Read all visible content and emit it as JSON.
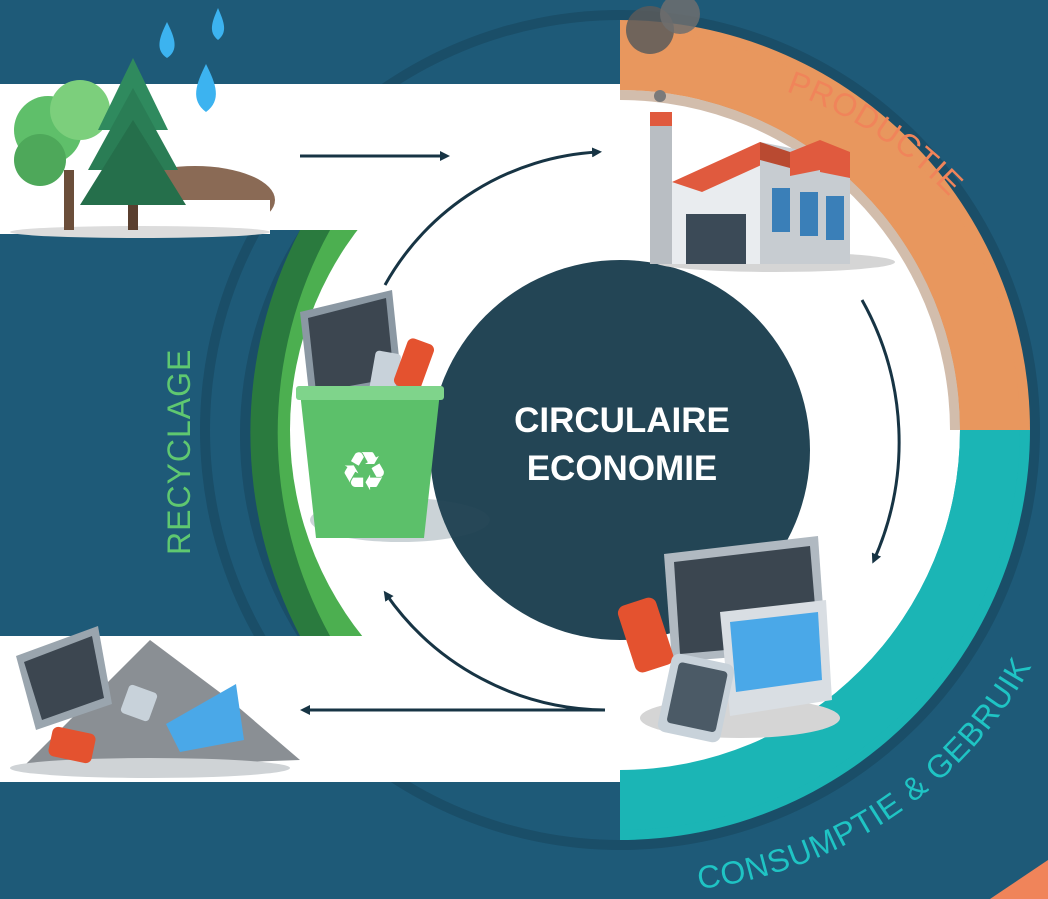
{
  "diagram": {
    "center_title_line1": "CIRCULAIRE",
    "center_title_line2": "ECONOMIE",
    "stages": {
      "productie": "PRODUCTIE",
      "consumptie": "CONSUMPTIE & GEBRUIK",
      "recyclage": "RECYCLAGE"
    }
  },
  "colors": {
    "background": "#1e5a78",
    "productie": "#e8975e",
    "consumptie": "#1bb5b5",
    "recyclage": "#4caf50",
    "center": "#234555",
    "label_productie": "#f0845a",
    "label_consumptie": "#1fc4c4",
    "label_recyclage": "#5fc870"
  }
}
